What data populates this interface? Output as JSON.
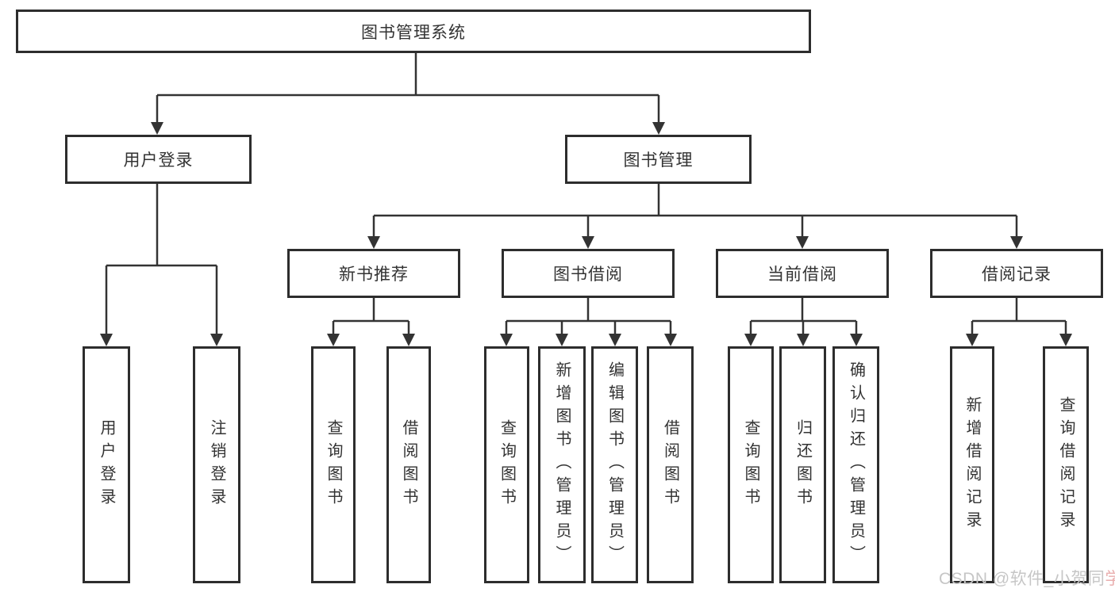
{
  "diagram_title": "图书管理系统",
  "nodes": {
    "root": "图书管理系统",
    "user_login": "用户登录",
    "book_management": "图书管理",
    "new_book_rec": "新书推荐",
    "book_borrow": "图书借阅",
    "current_borrow": "当前借阅",
    "borrow_records": "借阅记录",
    "leaf_user_login": "用户登录",
    "leaf_logout": "注销登录",
    "rec_query_books": "查询图书",
    "rec_borrow_books": "借阅图书",
    "bb_query_books": "查询图书",
    "bb_add_books": "新增图书（管理员）",
    "bb_edit_books": "编辑图书（管理员）",
    "bb_borrow_books": "借阅图书",
    "cb_query_books": "查询图书",
    "cb_return_books": "归还图书",
    "cb_confirm_return": "确认归还（管理员）",
    "br_add_record": "新增借阅记录",
    "br_query_record": "查询借阅记录"
  },
  "hierarchy": {
    "图书管理系统": {
      "用户登录": [
        "用户登录",
        "注销登录"
      ],
      "图书管理": {
        "新书推荐": [
          "查询图书",
          "借阅图书"
        ],
        "图书借阅": [
          "查询图书",
          "新增图书（管理员）",
          "编辑图书（管理员）",
          "借阅图书"
        ],
        "当前借阅": [
          "查询图书",
          "归还图书",
          "确认归还（管理员）"
        ],
        "借阅记录": [
          "新增借阅记录",
          "查询借阅记录"
        ]
      }
    }
  },
  "watermark": {
    "prefix": "CSDN @软件_小贺同",
    "suffix": "学",
    "full_text": "CSDN @软件_小贺同学"
  },
  "colors": {
    "background": "#ffffff",
    "box_border": "#2d2d2d",
    "line": "#333333",
    "text": "#333333",
    "watermark_gray": "#c6c6c6",
    "watermark_pink": "#e9aeae"
  }
}
